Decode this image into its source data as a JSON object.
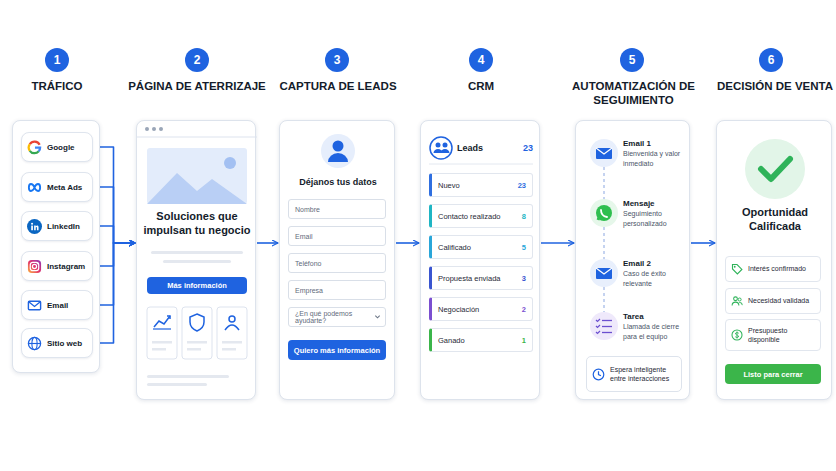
{
  "diagram": {
    "nodes": [
      {
        "text": [
          "1"
        ]
      },
      {
        "text": [
          "TRÁFICO"
        ]
      },
      {
        "text": [
          "Google"
        ],
        "in": 1
      },
      {
        "text": [
          "Meta Ads"
        ],
        "in": 1
      },
      {
        "text": [
          "LinkedIn"
        ],
        "in": 1
      },
      {
        "text": [
          "Instagram"
        ],
        "in": 1
      },
      {
        "text": [
          "Email"
        ],
        "in": 1
      },
      {
        "text": [
          "Sitio web"
        ],
        "in": 1
      },
      {
        "text": [
          "2"
        ]
      },
      {
        "text": [
          "PÁGINA DE ATERRIZAJE",
          "Soluciones que impulsan tu negocio"
        ]
      },
      {
        "text": [
          "Más información"
        ],
        "in": 9
      },
      {
        "text": [
          "3"
        ]
      },
      {
        "text": [
          "CAPTURA DE LEADS",
          "Déjanos tus datos"
        ]
      },
      {
        "text": [
          "Nombre"
        ],
        "in": 12
      },
      {
        "text": [
          "Email"
        ],
        "in": 12
      },
      {
        "text": [
          "Teléfono"
        ],
        "in": 12
      },
      {
        "text": [
          "Empresa"
        ],
        "in": 12
      },
      {
        "text": [
          "¿En qué podemos ayudarte?"
        ],
        "in": 12
      },
      {
        "text": [
          "Quiero más información"
        ],
        "in": 12
      },
      {
        "text": [
          "4"
        ]
      },
      {
        "text": [
          "CRM",
          "Leads",
          "23"
        ]
      },
      {
        "text": [
          "Nuevo",
          "23"
        ],
        "in": 20
      },
      {
        "text": [
          "Contacto realizado",
          "8"
        ],
        "in": 20
      },
      {
        "text": [
          "Calificado",
          "5"
        ],
        "in": 20
      },
      {
        "text": [
          "Propuesta enviada",
          "3"
        ],
        "in": 20
      },
      {
        "text": [
          "Negociación",
          "2"
        ],
        "in": 20
      },
      {
        "text": [
          "Ganado",
          "1"
        ],
        "in": 20
      },
      {
        "text": [
          "5"
        ]
      },
      {
        "text": [
          "AUTOMATIZACIÓN DE SEGUIMIENTO"
        ]
      },
      {
        "text": [
          "Email 1",
          "Bienvenida y valor inmediato"
        ],
        "in": 28
      },
      {
        "text": [
          "Mensaje",
          "Seguimiento personalizado"
        ],
        "in": 28
      },
      {
        "text": [
          "Email 2",
          "Caso de éxito relevante"
        ],
        "in": 28
      },
      {
        "text": [
          "Tarea",
          "Llamada de cierre para el equipo"
        ],
        "in": 28
      },
      {
        "text": [
          "Espera inteligente entre interacciones"
        ],
        "in": 28
      },
      {
        "text": [
          "6"
        ]
      },
      {
        "text": [
          "DECISIÓN DE VENTA",
          "Oportunidad Calificada"
        ]
      },
      {
        "text": [
          "Interés confirmado"
        ],
        "in": 35
      },
      {
        "text": [
          "Necesidad validada"
        ],
        "in": 35
      },
      {
        "text": [
          "Presupuesto disponible"
        ],
        "in": 35
      },
      {
        "text": [
          "Listo para cerrar"
        ],
        "in": 35
      }
    ],
    "edges": [
      {
        "from": 2,
        "to": 9,
        "arrow": "to"
      },
      {
        "from": 3,
        "to": 9,
        "arrow": "to"
      },
      {
        "from": 4,
        "to": 9,
        "arrow": "to"
      },
      {
        "from": 5,
        "to": 9,
        "arrow": "to"
      },
      {
        "from": 6,
        "to": 9,
        "arrow": "to"
      },
      {
        "from": 7,
        "to": 9,
        "arrow": "to"
      },
      {
        "from": 9,
        "to": 12,
        "arrow": "to"
      },
      {
        "from": 12,
        "to": 20,
        "arrow": "to"
      },
      {
        "from": 20,
        "to": 28,
        "arrow": "to"
      },
      {
        "from": 28,
        "to": 35,
        "arrow": "to"
      }
    ]
  }
}
